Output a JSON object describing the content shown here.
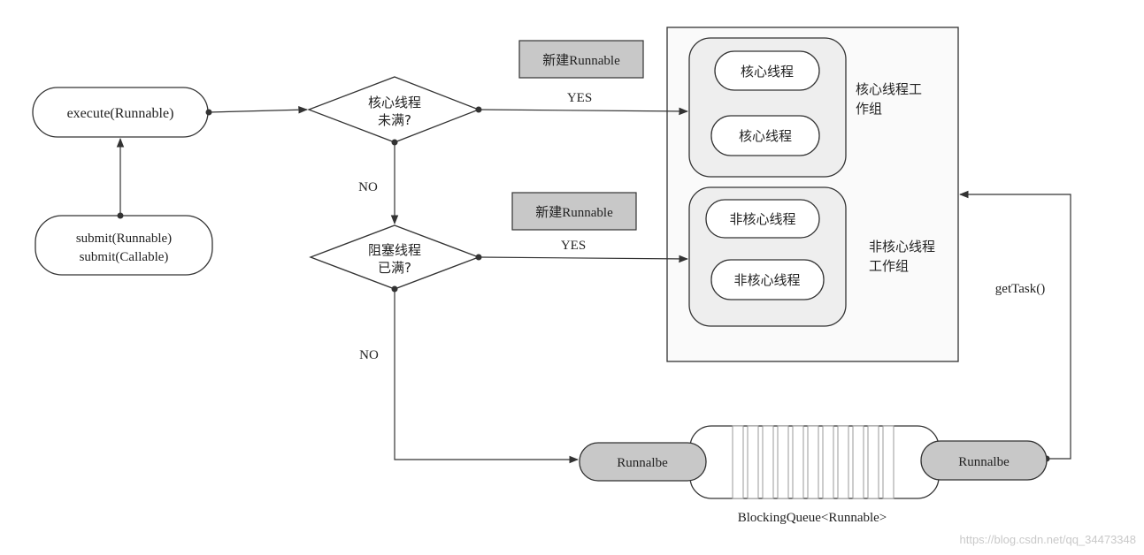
{
  "nodes": {
    "execute": "execute(Runnable)",
    "submit_line1": "submit(Runnable)",
    "submit_line2": "submit(Callable)",
    "core_decision_line1": "核心线程",
    "core_decision_line2": "未满?",
    "queue_decision_line1": "阻塞线程",
    "queue_decision_line2": "已满?",
    "new_runnable_top": "新建Runnable",
    "new_runnable_bottom": "新建Runnable",
    "core_thread_1": "核心线程",
    "core_thread_2": "核心线程",
    "core_group_line1": "核心线程工",
    "core_group_line2": "作组",
    "noncore_thread_1": "非核心线程",
    "noncore_thread_2": "非核心线程",
    "noncore_group_line1": "非核心线程",
    "noncore_group_line2": "工作组",
    "runnable_left": "Runnalbe",
    "runnable_right": "Runnalbe",
    "queue_label": "BlockingQueue<Runnable>",
    "get_task": "getTask()"
  },
  "edge_labels": {
    "yes_top": "YES",
    "yes_bottom": "YES",
    "no_top": "NO",
    "no_bottom": "NO"
  },
  "watermark": "https://blog.csdn.net/qq_34473348",
  "colors": {
    "stroke": "#333333",
    "group_fill": "#eeeeee",
    "gray_box": "#c8c8c8",
    "panel_fill": "#fafafa"
  }
}
